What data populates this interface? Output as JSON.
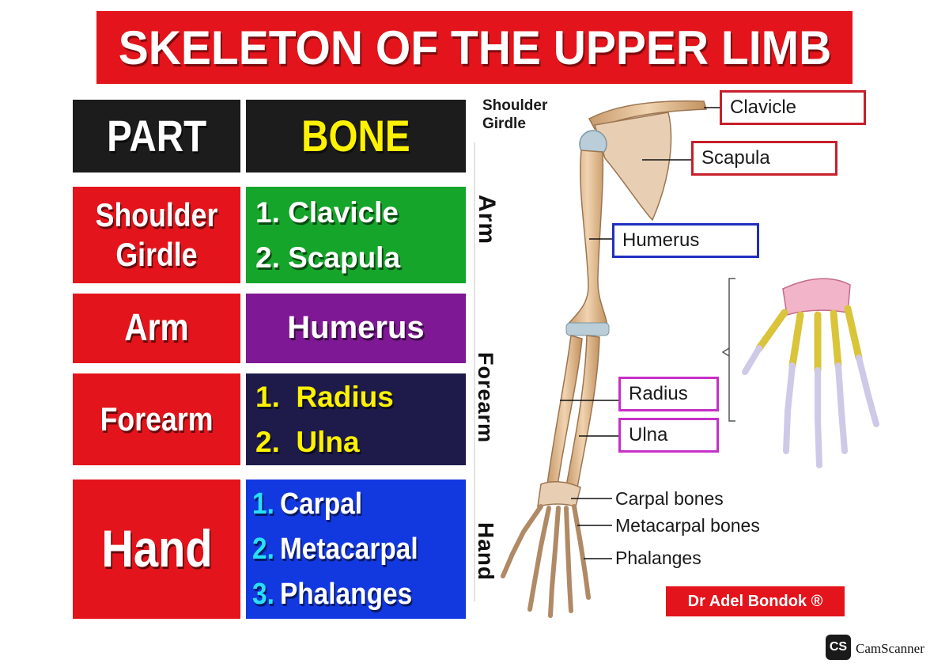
{
  "title": "SKELETON OF THE UPPER LIMB",
  "table": {
    "header_part": "PART",
    "header_bone": "BONE",
    "rows": [
      {
        "part": [
          "Shoulder",
          "Girdle"
        ],
        "bones": [
          "1. Clavicle",
          "2. Scapula"
        ]
      },
      {
        "part": [
          "Arm"
        ],
        "bones": [
          "Humerus"
        ]
      },
      {
        "part": [
          "Forearm"
        ],
        "bones": [
          "1.  Radius",
          "2.  Ulna"
        ]
      },
      {
        "part": [
          "Hand"
        ],
        "bones": [
          "Carpal",
          "Metacarpal",
          "Phalanges"
        ],
        "bone_numbers": [
          "1.",
          "2.",
          "3."
        ]
      }
    ]
  },
  "region_labels": {
    "arm": "Arm",
    "forearm": "Forearm",
    "hand": "Hand"
  },
  "diagram_labels": {
    "shoulder_girdle": [
      "Shoulder",
      "Girdle"
    ],
    "clavicle": "Clavicle",
    "scapula": "Scapula",
    "humerus": "Humerus",
    "radius": "Radius",
    "ulna": "Ulna",
    "carpal": "Carpal bones",
    "metacarpal": "Metacarpal bones",
    "phalanges": "Phalanges"
  },
  "credit": "Dr Adel Bondok ®",
  "watermark": {
    "logo": "CS",
    "name": "CamScanner"
  },
  "colors": {
    "red": "#e3141b",
    "black": "#1c1c1c",
    "green": "#15a52a",
    "purple": "#7f1894",
    "navy": "#1e1b4b",
    "blue": "#1238e0",
    "yellow": "#fff200",
    "cyan": "#27e0ff",
    "clavicle_box": "#c81e2a",
    "humerus_box": "#1f2fbf",
    "radius_box": "#c630c6"
  }
}
